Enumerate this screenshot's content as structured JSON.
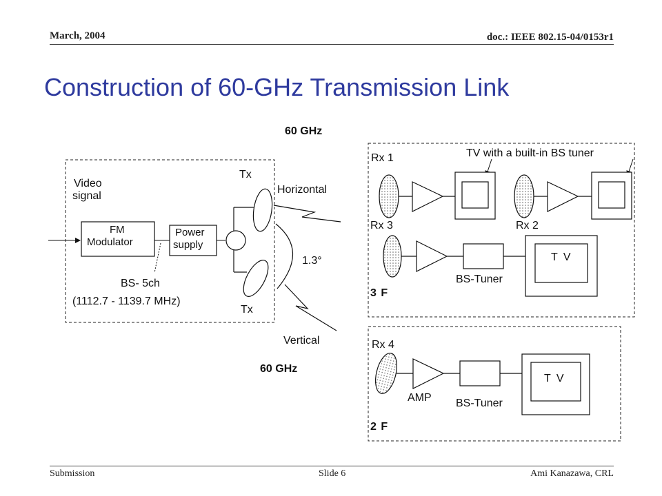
{
  "header": {
    "date": "March, 2004",
    "doc": "doc.: IEEE 802.15-04/0153r1"
  },
  "title": "Construction of 60-GHz Transmission Link",
  "footer": {
    "left": "Submission",
    "center": "Slide 6",
    "right": "Ami Kanazawa, CRL"
  },
  "diagram": {
    "freq_top": "60 GHz",
    "freq_bottom": "60 GHz",
    "video_1": "Video",
    "video_2": "signal",
    "fm_1": "FM",
    "fm_2": "Modulator",
    "power_1": "Power",
    "power_2": "supply",
    "tx_top": "Tx",
    "tx_bottom": "Tx",
    "horizontal": "Horizontal",
    "vertical": "Vertical",
    "angle": "1.3°",
    "bs_ch": "BS- 5ch",
    "bs_freq": "(1112.7 - 1139.7 MHz)",
    "rx1": "Rx 1",
    "rx2": "Rx 2",
    "rx3": "Rx 3",
    "rx4": "Rx 4",
    "tv_builtin": "TV with a built-in BS tuner",
    "tv_a": "T V",
    "tv_b": "T V",
    "bs_tuner_a": "BS-Tuner",
    "bs_tuner_b": "BS-Tuner",
    "amp": "AMP",
    "floor_3f": "3 F",
    "floor_2f": "2 F"
  }
}
